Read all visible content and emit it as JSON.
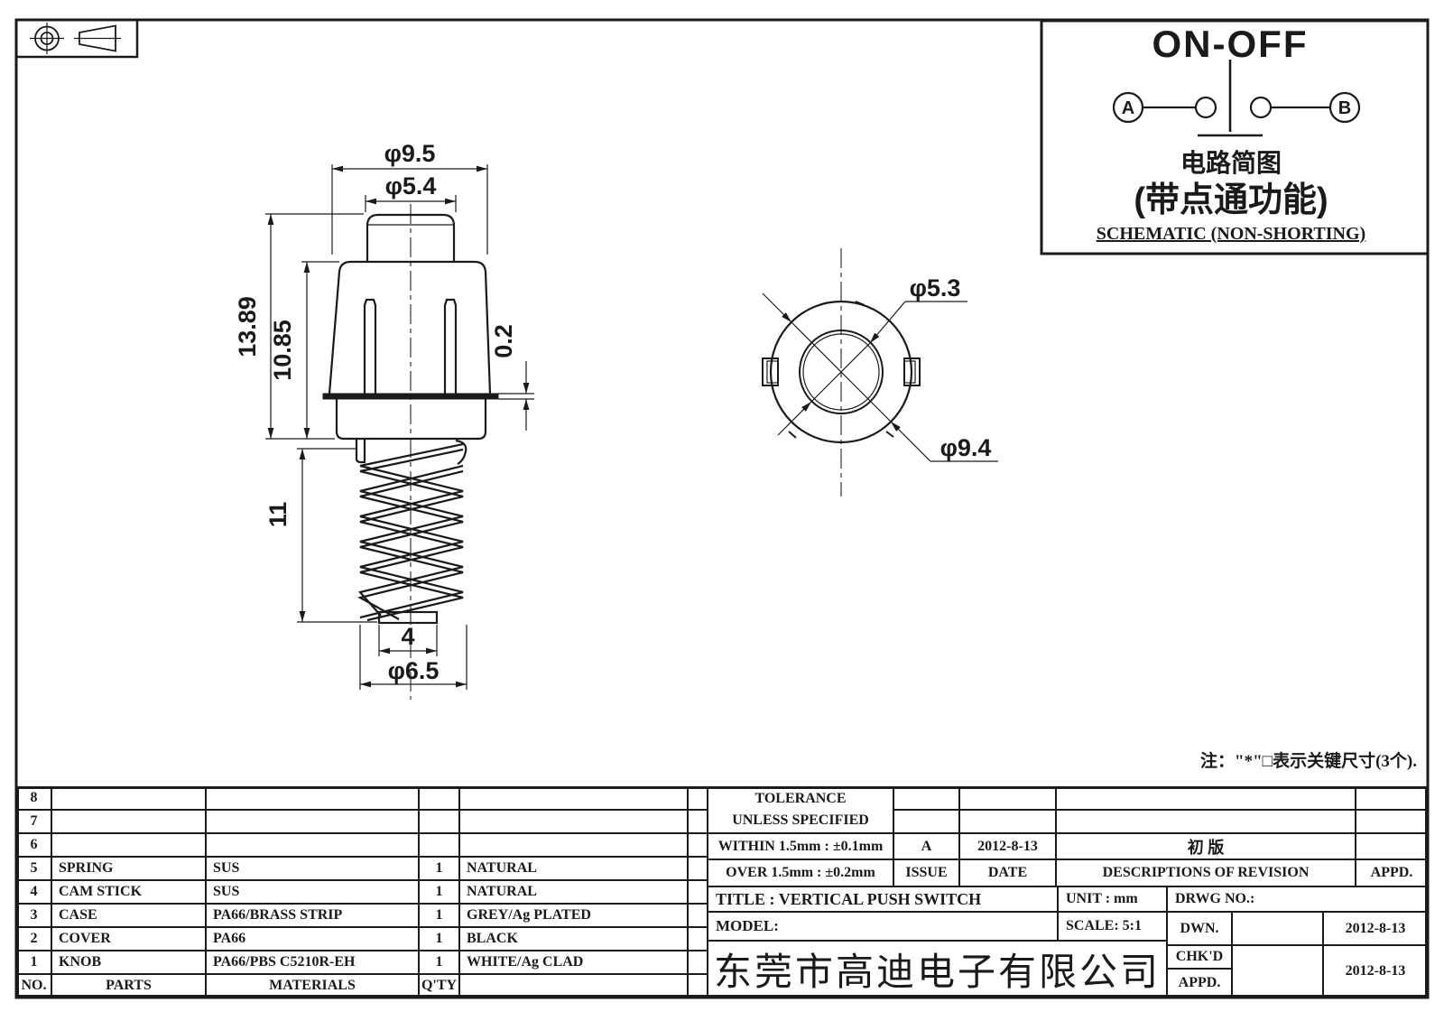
{
  "page": {
    "background": "#ffffff",
    "ink": "#1a1a1a"
  },
  "note": "注：\"*\"□表示关键尺寸(3个).",
  "schematic": {
    "title": "ON-OFF",
    "terminal_a": "A",
    "terminal_b": "B",
    "caption_cn": "电路简图",
    "caption_cn2": "(带点通功能)",
    "caption_en": "SCHEMATIC (NON-SHORTING)"
  },
  "front_view": {
    "dia_body": "φ9.5",
    "dia_knob": "φ5.4",
    "height_total": "13.89",
    "height_case": "10.85",
    "flange_thickness": "0.2",
    "spring_length": "11",
    "stem_width": "4",
    "dia_spring": "φ6.5"
  },
  "top_view": {
    "dia_inner": "φ5.3",
    "dia_outer": "φ9.4"
  },
  "parts_table": {
    "footer": {
      "no": "NO.",
      "parts": "PARTS",
      "materials": "MATERIALS",
      "qty": "Q'TY",
      "finish": ""
    },
    "rows": [
      {
        "no": "8",
        "parts": "",
        "materials": "",
        "qty": "",
        "finish": ""
      },
      {
        "no": "7",
        "parts": "",
        "materials": "",
        "qty": "",
        "finish": ""
      },
      {
        "no": "6",
        "parts": "",
        "materials": "",
        "qty": "",
        "finish": ""
      },
      {
        "no": "5",
        "parts": "SPRING",
        "materials": "SUS",
        "qty": "1",
        "finish": "NATURAL"
      },
      {
        "no": "4",
        "parts": "CAM STICK",
        "materials": "SUS",
        "qty": "1",
        "finish": "NATURAL"
      },
      {
        "no": "3",
        "parts": "CASE",
        "materials": "PA66/BRASS STRIP",
        "qty": "1",
        "finish": "GREY/Ag PLATED"
      },
      {
        "no": "2",
        "parts": "COVER",
        "materials": "PA66",
        "qty": "1",
        "finish": "BLACK"
      },
      {
        "no": "1",
        "parts": "KNOB",
        "materials": "PA66/PBS C5210R-EH",
        "qty": "1",
        "finish": "WHITE/Ag CLAD"
      }
    ]
  },
  "title_block": {
    "tolerance_title": "TOLERANCE",
    "tolerance_subtitle": "UNLESS  SPECIFIED",
    "within": "WITHIN 1.5mm : ±0.1mm",
    "over": "OVER 1.5mm : ±0.2mm",
    "issue_value": "A",
    "issue_label": "ISSUE",
    "date_value": "2012-8-13",
    "date_label": "DATE",
    "revision_description": "初  版",
    "revision_label": "DESCRIPTIONS  OF  REVISION",
    "appd_label": "APPD.",
    "title": "TITLE :   VERTICAL  PUSH  SWITCH",
    "unit": "UNIT :   mm",
    "drwg_no": "DRWG  NO.:",
    "model": "MODEL:",
    "scale": "SCALE:   5:1",
    "dwn_label": "DWN.",
    "dwn_date": "2012-8-13",
    "chkd_label": "CHK'D",
    "chkd_date": "2012-8-13",
    "appd_row_label": "APPD.",
    "company": "东莞市高迪电子有限公司"
  }
}
